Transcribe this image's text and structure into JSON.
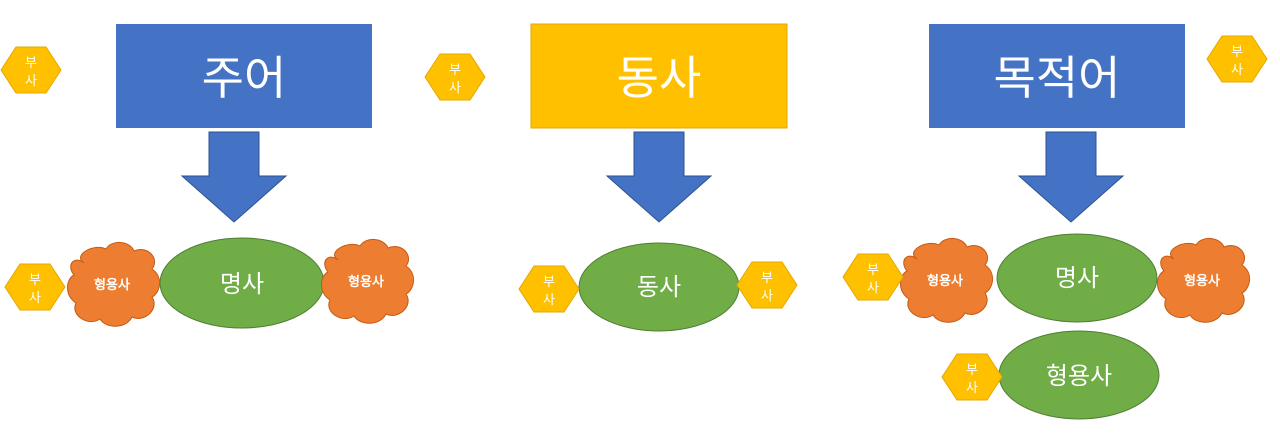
{
  "colors": {
    "blue": "#4472C4",
    "gold": "#FFC000",
    "green": "#70AD47",
    "orange": "#ED7D31",
    "white": "#FFFFFF"
  },
  "adverb_label": [
    "부",
    "사"
  ],
  "columns": [
    {
      "header": "주어",
      "header_color": "blue",
      "center_label": "명사",
      "modifier_label": "형용사"
    },
    {
      "header": "동사",
      "header_color": "gold",
      "center_label": "동사"
    },
    {
      "header": "목적어",
      "header_color": "blue",
      "center_label": "명사",
      "modifier_label": "형용사",
      "extra_label": "형용사"
    }
  ]
}
